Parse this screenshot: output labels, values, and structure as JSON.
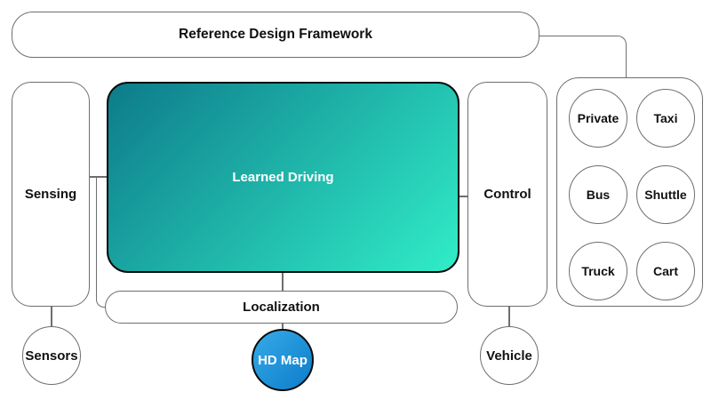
{
  "diagram": {
    "title": "Reference Design Framework",
    "nodes": {
      "sensing": {
        "label": "Sensing"
      },
      "learned_driving": {
        "label": "Learned Driving"
      },
      "control": {
        "label": "Control"
      },
      "localization": {
        "label": "Localization"
      },
      "sensors": {
        "label": "Sensors"
      },
      "hd_map": {
        "label": "HD Map"
      },
      "vehicle": {
        "label": "Vehicle"
      }
    },
    "vehicle_types": [
      {
        "label": "Private"
      },
      {
        "label": "Taxi"
      },
      {
        "label": "Bus"
      },
      {
        "label": "Shuttle"
      },
      {
        "label": "Truck"
      },
      {
        "label": "Cart"
      }
    ],
    "colors": {
      "border_gray": "#6e6e6e",
      "learned_driving_gradient_start": "#0d7b8b",
      "learned_driving_gradient_end": "#31edc7",
      "hd_map_gradient_start": "#36abe9",
      "hd_map_gradient_end": "#0c7cc9",
      "node_border_black": "#0a0a0a",
      "text_dark": "#111111",
      "text_light": "#ffffff"
    }
  }
}
